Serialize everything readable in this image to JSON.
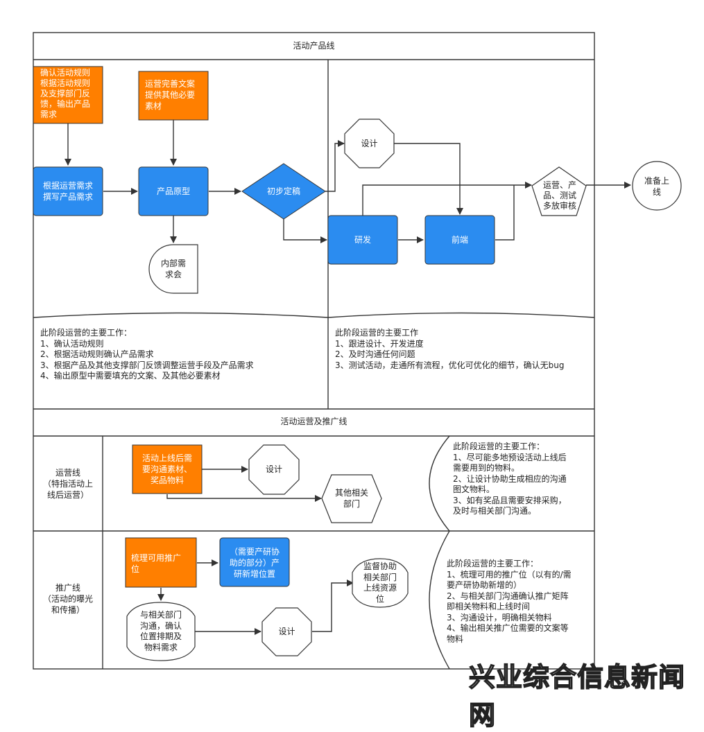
{
  "header_top": "活动产品线",
  "header_bottom": "活动运营及推广线",
  "nodes": {
    "confirm_rules": "确认活动规则\n根据活动规则\n及支撑部门反\n馈，输出产品\n需求",
    "ops_copy": "运营完善文案\n提供其他必要\n素材",
    "write_requirements": "根据运营需求\n撰写产品需求",
    "prototype": "产品原型",
    "draft": "初步定稿",
    "internal_review": "内部需\n求会",
    "design_top": "设计",
    "dev": "研发",
    "frontend": "前端",
    "review": "运营、产\n品、测试\n多放审核",
    "ready_launch": "准备上\n线",
    "ops_materials": "活动上线后需\n要沟通素材、\n奖品物料",
    "design_ops": "设计",
    "other_depts": "其他相关\n部门",
    "sort_positions": "梳理可用推广\n位",
    "new_positions": "（需要产研协\n助的部分）产\n研新增位置",
    "communicate": "与相关部门\n沟通，确认\n位置排期及\n物料需求",
    "design_promo": "设计",
    "supervise": "监督协助\n相关部门\n上线资源\n位"
  },
  "lanes": {
    "ops_line": "运营线\n（特指活动上\n线后运营）",
    "promo_line": "推广线\n（活动的曝光\n和传播）"
  },
  "notes": {
    "phase1": "此阶段运营的主要工作：\n1、确认活动规则\n2、根据活动规则确认产品需求\n3、根据产品及其他支撑部门反馈调整运营手段及产品需求\n4、输出原型中需要填充的文案、及其他必要素材",
    "phase2": "此阶段运营的主要工作\n1、跟进设计、开发进度\n2、及时沟通任何问题\n3、测试活动，走通所有流程，优化可优化的细节，确认无bug",
    "ops": "此阶段运营的主要工作：\n1、尽可能多地预设活动上线后\n需要用到的物料。\n2、让设计协助生成相应的沟通\n图文物料。\n3、如有奖品且需要安排采购，\n及时与相关部门沟通。",
    "promo": "此阶段运营的主要工作：\n1、梳理可用的推广位（以有的/需\n要产研协助新增的）\n2、与相关部门沟通确认推广矩阵\n即相关物料和上线时间\n3、沟通设计，明确相关物料\n4、输出相关推广位需要的文案等\n物料"
  },
  "watermark": "兴业综合信息新闻网",
  "colors": {
    "orange": "#ff7f00",
    "blue": "#2b8cf0",
    "line": "#333333"
  }
}
